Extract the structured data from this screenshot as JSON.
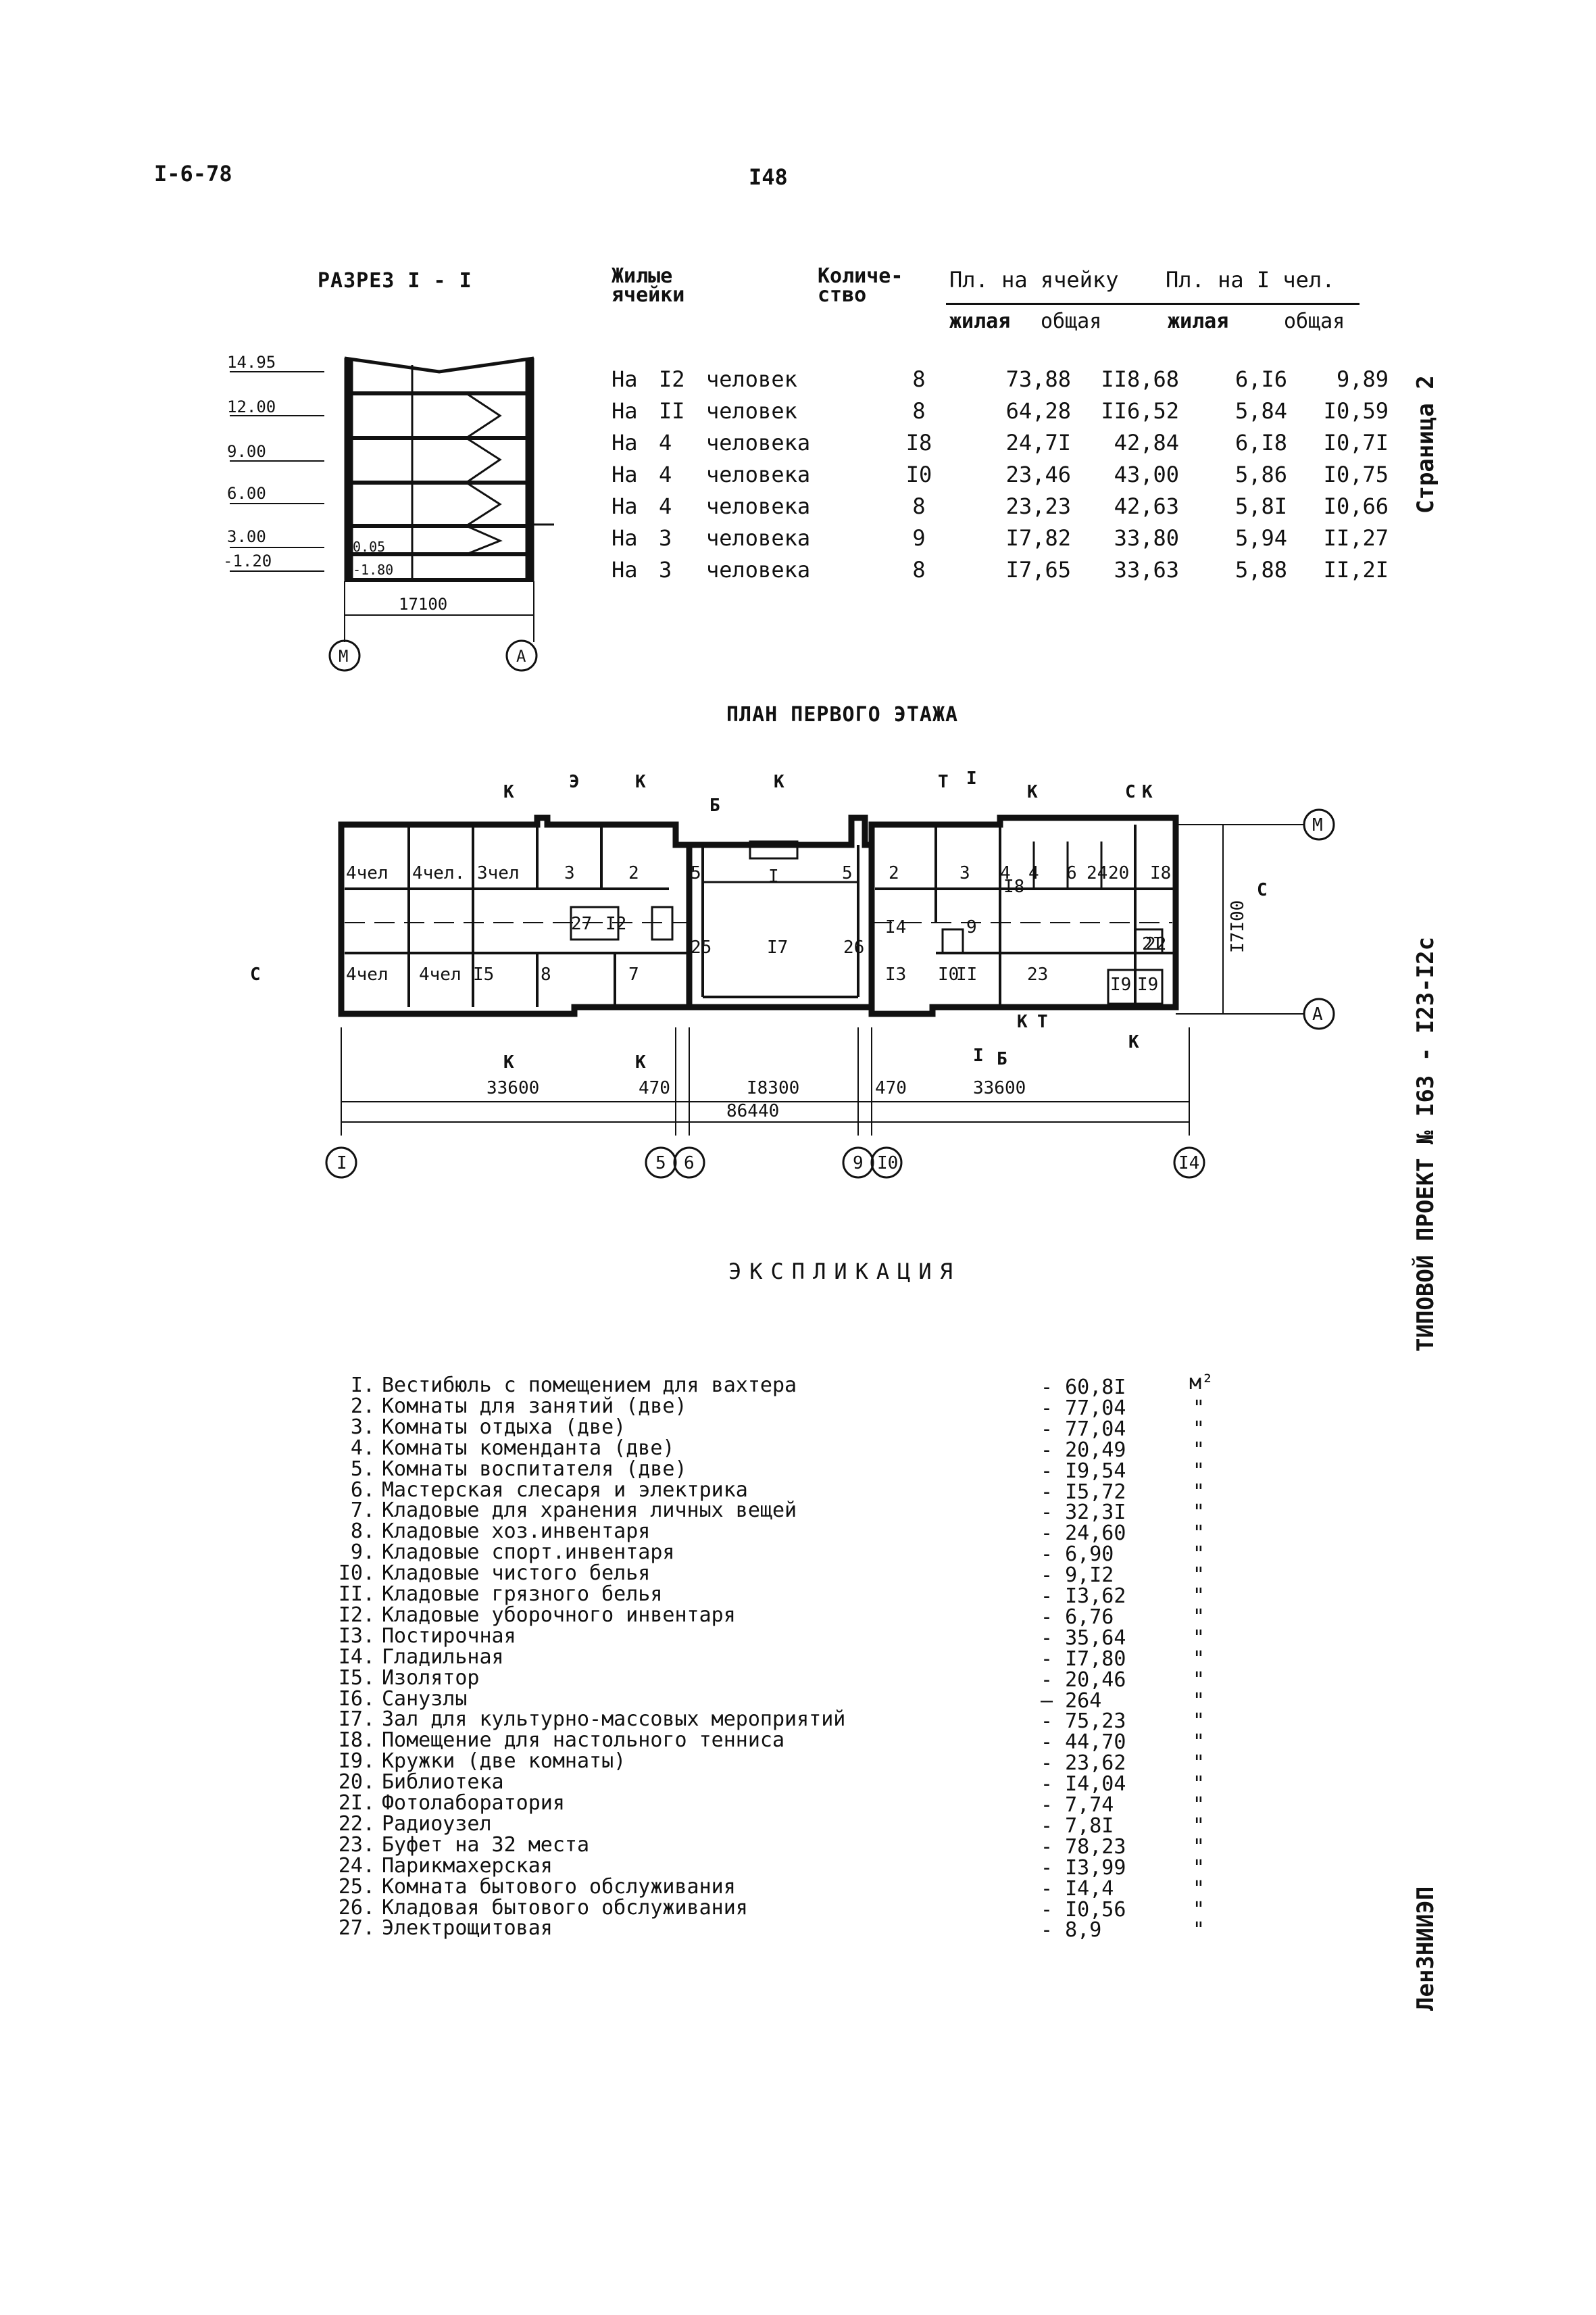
{
  "header": {
    "code": "I-6-78",
    "page": "I48"
  },
  "section": {
    "title": "РАЗРЕЗ I - I",
    "levels": [
      "14.95",
      "12.00",
      "9.00",
      "6.00",
      "3.00",
      "-1.20",
      "0.05",
      "-1.80"
    ],
    "width_dim": "17100",
    "axes": [
      "М",
      "А"
    ]
  },
  "occupancy": {
    "headers": {
      "cells": "Жилые ячейки",
      "count": "Количе-ство",
      "per_cell": "Пл. на ячейку",
      "per_person": "Пл. на I чел.",
      "living": "жилая",
      "total": "общая"
    },
    "rows": [
      {
        "prefix": "На",
        "num": "I2",
        "word": "человек",
        "count": "8",
        "cell_living": "73,88",
        "cell_total": "II8,68",
        "pp_living": "6,I6",
        "pp_total": "9,89"
      },
      {
        "prefix": "На",
        "num": "II",
        "word": "человек",
        "count": "8",
        "cell_living": "64,28",
        "cell_total": "II6,52",
        "pp_living": "5,84",
        "pp_total": "I0,59"
      },
      {
        "prefix": "На",
        "num": "4",
        "word": "человека",
        "count": "I8",
        "cell_living": "24,7I",
        "cell_total": "42,84",
        "pp_living": "6,I8",
        "pp_total": "I0,7I"
      },
      {
        "prefix": "На",
        "num": "4",
        "word": "человека",
        "count": "I0",
        "cell_living": "23,46",
        "cell_total": "43,00",
        "pp_living": "5,86",
        "pp_total": "I0,75"
      },
      {
        "prefix": "На",
        "num": "4",
        "word": "человека",
        "count": "8",
        "cell_living": "23,23",
        "cell_total": "42,63",
        "pp_living": "5,8I",
        "pp_total": "I0,66"
      },
      {
        "prefix": "На",
        "num": "3",
        "word": "человека",
        "count": "9",
        "cell_living": "I7,82",
        "cell_total": "33,80",
        "pp_living": "5,94",
        "pp_total": "II,27"
      },
      {
        "prefix": "На",
        "num": "3",
        "word": "человека",
        "count": "8",
        "cell_living": "I7,65",
        "cell_total": "33,63",
        "pp_living": "5,88",
        "pp_total": "II,2I"
      }
    ]
  },
  "plan": {
    "title": "ПЛАН ПЕРВОГО ЭТАЖА",
    "room_labels": [
      "4чел",
      "4чел.",
      "3чел",
      "3",
      "2",
      "5",
      "I",
      "5",
      "2",
      "3",
      "4",
      "4",
      "6",
      "24",
      "20",
      "I8",
      "I8",
      "27",
      "I2",
      "25",
      "I7",
      "26",
      "I4",
      "9",
      "2I",
      "22",
      "4чел",
      "4чел",
      "I5",
      "8",
      "7",
      "I3",
      "I0",
      "II",
      "23",
      "I9",
      "I9"
    ],
    "markers": [
      "К",
      "Э",
      "К",
      "К",
      "Б",
      "Т",
      "I",
      "К",
      "С",
      "К",
      "С",
      "С",
      "К",
      "К",
      "К",
      "Т",
      "К",
      "I",
      "Б"
    ],
    "dims": [
      "33600",
      "470",
      "I8300",
      "470",
      "33600",
      "86440",
      "I7I00"
    ],
    "axes": [
      "I",
      "5",
      "6",
      "9",
      "I0",
      "I4",
      "М",
      "А"
    ]
  },
  "explication": {
    "title": "ЭКСПЛИКАЦИЯ",
    "unit": "м²",
    "ditto": "\"",
    "items": [
      {
        "n": "I.",
        "name": "Вестибюль с помещением для вахтера",
        "area": "- 60,8I"
      },
      {
        "n": "2.",
        "name": "Комнаты для занятий (две)",
        "area": "- 77,04"
      },
      {
        "n": "3.",
        "name": "Комнаты отдыха (две)",
        "area": "- 77,04"
      },
      {
        "n": "4.",
        "name": "Комнаты коменданта (две)",
        "area": "- 20,49"
      },
      {
        "n": "5.",
        "name": "Комнаты воспитателя (две)",
        "area": "- I9,54"
      },
      {
        "n": "6.",
        "name": "Мастерская слесаря и электрика",
        "area": "- I5,72"
      },
      {
        "n": "7.",
        "name": "Кладовые для хранения личных вещей",
        "area": "- 32,3I"
      },
      {
        "n": "8.",
        "name": "Кладовые хоз.инвентаря",
        "area": "- 24,60"
      },
      {
        "n": "9.",
        "name": "Кладовые спорт.инвентаря",
        "area": "- 6,90"
      },
      {
        "n": "I0.",
        "name": "Кладовые чистого белья",
        "area": "- 9,I2"
      },
      {
        "n": "II.",
        "name": "Кладовые грязного белья",
        "area": "- I3,62"
      },
      {
        "n": "I2.",
        "name": "Кладовые уборочного инвентаря",
        "area": "- 6,76"
      },
      {
        "n": "I3.",
        "name": "Постирочная",
        "area": "- 35,64"
      },
      {
        "n": "I4.",
        "name": "Гладильная",
        "area": "- I7,80"
      },
      {
        "n": "I5.",
        "name": "Изолятор",
        "area": "- 20,46"
      },
      {
        "n": "I6.",
        "name": "Санузлы",
        "area": "— 264"
      },
      {
        "n": "I7.",
        "name": "Зал для культурно-массовых мероприятий",
        "area": "- 75,23"
      },
      {
        "n": "I8.",
        "name": "Помещение для настольного тенниса",
        "area": "- 44,70"
      },
      {
        "n": "I9.",
        "name": "Кружки (две комнаты)",
        "area": "- 23,62"
      },
      {
        "n": "20.",
        "name": "Библиотека",
        "area": "- I4,04"
      },
      {
        "n": "2I.",
        "name": "Фотолаборатория",
        "area": "- 7,74"
      },
      {
        "n": "22.",
        "name": "Радиоузел",
        "area": "- 7,8I"
      },
      {
        "n": "23.",
        "name": "Буфет на 32 места",
        "area": "- 78,23"
      },
      {
        "n": "24.",
        "name": "Парикмахерская",
        "area": "- I3,99"
      },
      {
        "n": "25.",
        "name": "Комната бытового обслуживания",
        "area": "- I4,4"
      },
      {
        "n": "26.",
        "name": "Кладовая бытового обслуживания",
        "area": "- I0,56"
      },
      {
        "n": "27.",
        "name": "Электрощитовая",
        "area": "- 8,9"
      }
    ]
  },
  "sidebar": {
    "page_label": "Страница 2",
    "project_label": "ТИПОВОЙ ПРОЕКТ № I63 - I23-I2с",
    "org_label": "ЛенЗНИИЭП"
  }
}
